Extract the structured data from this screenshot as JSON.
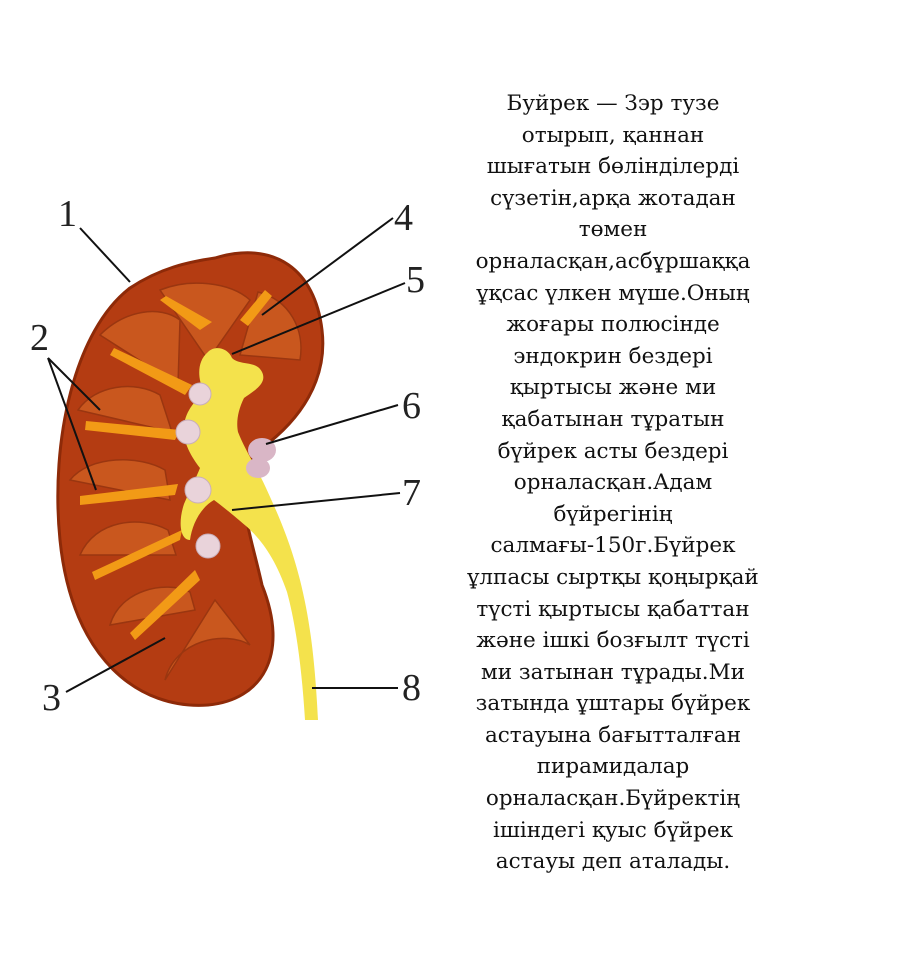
{
  "diagram": {
    "labels": [
      {
        "id": "1",
        "text": "1"
      },
      {
        "id": "2",
        "text": "2"
      },
      {
        "id": "3",
        "text": "3"
      },
      {
        "id": "4",
        "text": "4"
      },
      {
        "id": "5",
        "text": "5"
      },
      {
        "id": "6",
        "text": "6"
      },
      {
        "id": "7",
        "text": "7"
      },
      {
        "id": "8",
        "text": "8"
      }
    ],
    "colors": {
      "cortex": "#b43c12",
      "cortex_edge": "#8e2a08",
      "pyramid": "#c9571e",
      "pyramid_stripe": "#9a3610",
      "column": "#f29a16",
      "pelvis": "#f4e24c",
      "ureter": "#f2e64e",
      "papilla": "#e9d3da",
      "gland": "#d9b6c6",
      "leader": "#111111"
    }
  },
  "description": {
    "lines": [
      "Буйрек — Зэр тузе",
      "отырып, қаннан",
      "шығатын бөлінділерді",
      "сүзетін,арқа жотадан",
      "төмен",
      "орналасқан,асбұршаққа",
      "ұқсас үлкен мүше.Оның",
      "жоғары полюсінде",
      "эндокрин бездері",
      "қыртысы және ми",
      "қабатынан тұратын",
      "бүйрек асты бездері",
      "орналасқан.Адам",
      "бүйрегінің",
      "салмағы-150г.Бүйрек",
      "ұлпасы сыртқы қоңырқай",
      "түсті қыртысы қабаттан",
      "және ішкі бозғылт түсті",
      "ми затынан тұрады.Ми",
      "затында ұштары бүйрек",
      "астауына бағытталған",
      "пирамидалар",
      "орналасқан.Бүйректің",
      "ішіндегі қуыс бүйрек",
      "астауы деп аталады."
    ]
  }
}
